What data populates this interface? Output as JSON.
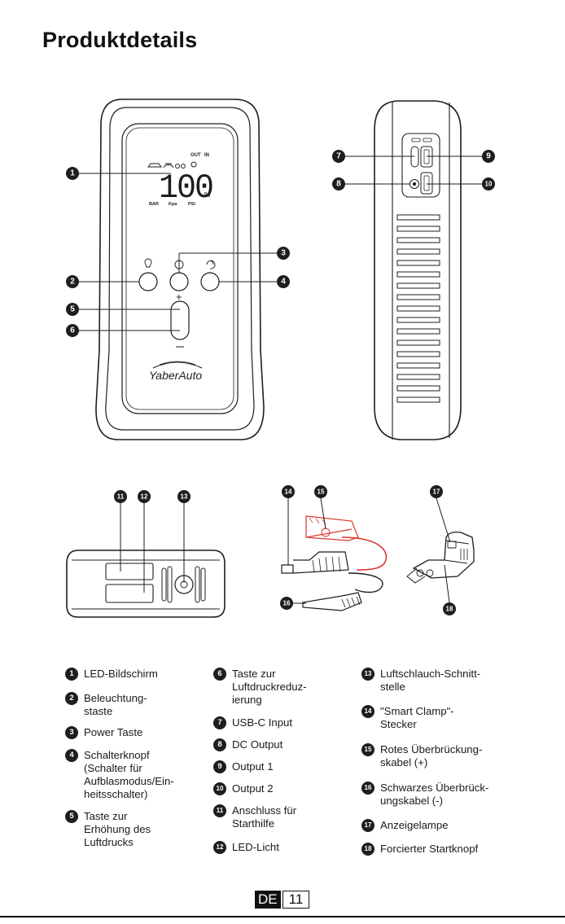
{
  "page": {
    "title": "Produktdetails",
    "language": "DE",
    "page_number": "11"
  },
  "device_display": {
    "value": "100",
    "unit": "%",
    "out_label": "OUT",
    "in_label": "IN",
    "bar_label": "BAR",
    "kpa_label": "Kpa",
    "psi_label": "PSI",
    "brand": "YaberAuto"
  },
  "buttons": {
    "plus": "+",
    "minus": "—"
  },
  "callouts": [
    "1",
    "2",
    "3",
    "4",
    "5",
    "6",
    "7",
    "8",
    "9",
    "10",
    "11",
    "12",
    "13",
    "14",
    "15",
    "16",
    "17",
    "18"
  ],
  "legend": [
    {
      "n": "1",
      "text": "LED-Bildschirm"
    },
    {
      "n": "2",
      "text": "Beleuchtung-\nstaste"
    },
    {
      "n": "3",
      "text": "Power Taste"
    },
    {
      "n": "4",
      "text": "Schalterknopf\n(Schalter für\nAufblasmodus/Ein-\nheitsschalter)"
    },
    {
      "n": "5",
      "text": "Taste zur\nErhöhung des\nLuftdrucks"
    },
    {
      "n": "6",
      "text": "Taste zur\nLuftdruckreduz-\nierung"
    },
    {
      "n": "7",
      "text": "USB-C Input"
    },
    {
      "n": "8",
      "text": "DC Output"
    },
    {
      "n": "9",
      "text": "Output 1"
    },
    {
      "n": "10",
      "text": "Output 2"
    },
    {
      "n": "11",
      "text": "Anschluss für\nStarthilfe"
    },
    {
      "n": "12",
      "text": "LED-Licht"
    },
    {
      "n": "13",
      "text": "Luftschlauch-Schnitt-\nstelle"
    },
    {
      "n": "14",
      "text": "\"Smart Clamp\"-\nStecker"
    },
    {
      "n": "15",
      "text": "Rotes Überbrückung-\nskabel (+)"
    },
    {
      "n": "16",
      "text": "Schwarzes Überbrück-\nungskabel (-)"
    },
    {
      "n": "17",
      "text": "Anzeigelampe"
    },
    {
      "n": "18",
      "text": "Forcierter Startknopf"
    }
  ],
  "colors": {
    "ink": "#1e1e1e",
    "red_cable": "#d9372f"
  }
}
